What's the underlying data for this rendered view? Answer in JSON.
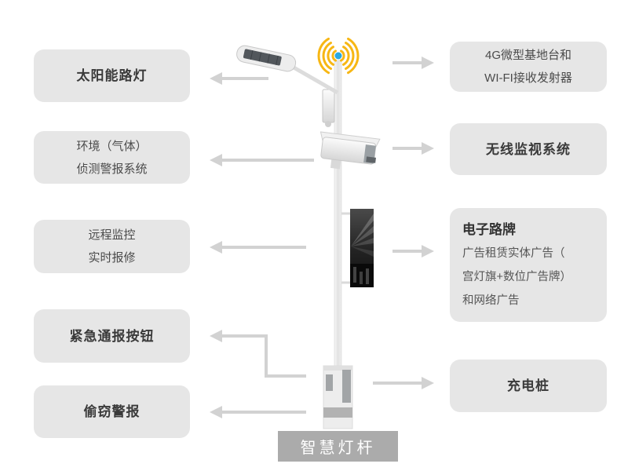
{
  "diagram_title": "智慧灯杆",
  "left_boxes": [
    {
      "id": "solar-street-light",
      "lines": [
        "太阳能路灯"
      ]
    },
    {
      "id": "env-gas-detection",
      "lines": [
        "环境（气体）",
        "侦测警报系统"
      ]
    },
    {
      "id": "remote-monitoring",
      "lines": [
        "远程监控",
        "实时报修"
      ]
    },
    {
      "id": "emergency-button",
      "lines": [
        "紧急通报按钮"
      ]
    },
    {
      "id": "theft-alarm",
      "lines": [
        "偷窃警报"
      ]
    }
  ],
  "right_boxes": [
    {
      "id": "4g-wifi",
      "lines": [
        "4G微型基地台和",
        "WI-FI接收发射器"
      ]
    },
    {
      "id": "wireless-surveillance",
      "lines": [
        "无线监视系统"
      ]
    },
    {
      "id": "electronic-sign",
      "title": "电子路牌",
      "lines": [
        "广告租赁实体广告（",
        "宫灯旗+数位广告牌）",
        "和网络广告"
      ]
    },
    {
      "id": "charging-pile",
      "lines": [
        "充电桩"
      ]
    }
  ],
  "pole_label": "智慧灯杆",
  "icons": {
    "wifi_signal": "wifi-signal-icon",
    "solar_lamp": "solar-street-lamp-icon",
    "cctv_camera": "cctv-camera-icon",
    "digital_billboard": "digital-billboard-icon",
    "charging_cabinet": "charging-cabinet-icon"
  },
  "colors": {
    "box_bg": "#e6e6e6",
    "box_text": "#4b4b4b",
    "arrow": "#d2d2d2",
    "pole_label_bg": "#ababab",
    "pole_label_text": "#ffffff",
    "wifi_arcs": "#f7b714",
    "wifi_dot": "#2aa8e0"
  }
}
